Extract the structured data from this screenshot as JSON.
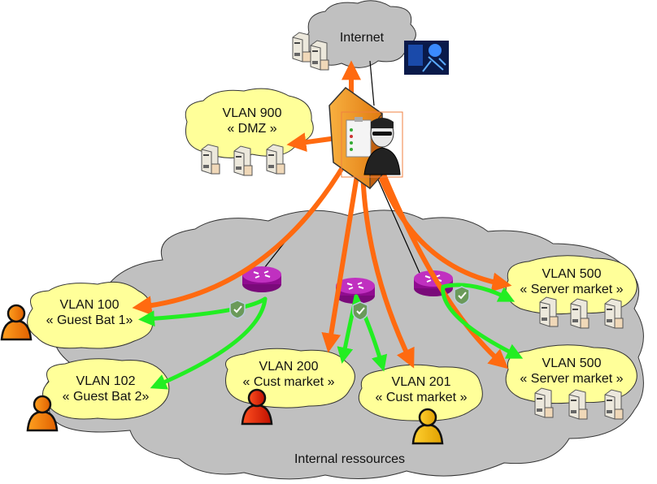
{
  "colors": {
    "cloud_gray": "#c0c0c0",
    "cloud_yellow": "#ffff99",
    "flow_orange": "#ff6a10",
    "flow_green": "#22ee22",
    "router": "#b010b0",
    "firewall": "#f4a030"
  },
  "internet": {
    "label": "Internet"
  },
  "internal": {
    "label": "Internal ressources"
  },
  "vlans": [
    {
      "id": "vlan900",
      "line1": "VLAN 900",
      "line2": "« DMZ »"
    },
    {
      "id": "vlan100",
      "line1": "VLAN 100",
      "line2": "« Guest Bat 1»"
    },
    {
      "id": "vlan102",
      "line1": "VLAN 102",
      "line2": "« Guest Bat 2»"
    },
    {
      "id": "vlan200",
      "line1": "VLAN 200",
      "line2": "« Cust market »"
    },
    {
      "id": "vlan201",
      "line1": "VLAN 201",
      "line2": "« Cust market »"
    },
    {
      "id": "vlan500a",
      "line1": "VLAN 500",
      "line2": "« Server market »"
    },
    {
      "id": "vlan500b",
      "line1": "VLAN 500",
      "line2": "« Server market »"
    }
  ],
  "icons": {
    "firewall": "firewall-icon",
    "guard": "security-guard-icon",
    "hacker": "hacker-icon",
    "router": "router-icon",
    "server": "server-icon",
    "user": "user-icon",
    "shield": "shield-check-icon"
  }
}
